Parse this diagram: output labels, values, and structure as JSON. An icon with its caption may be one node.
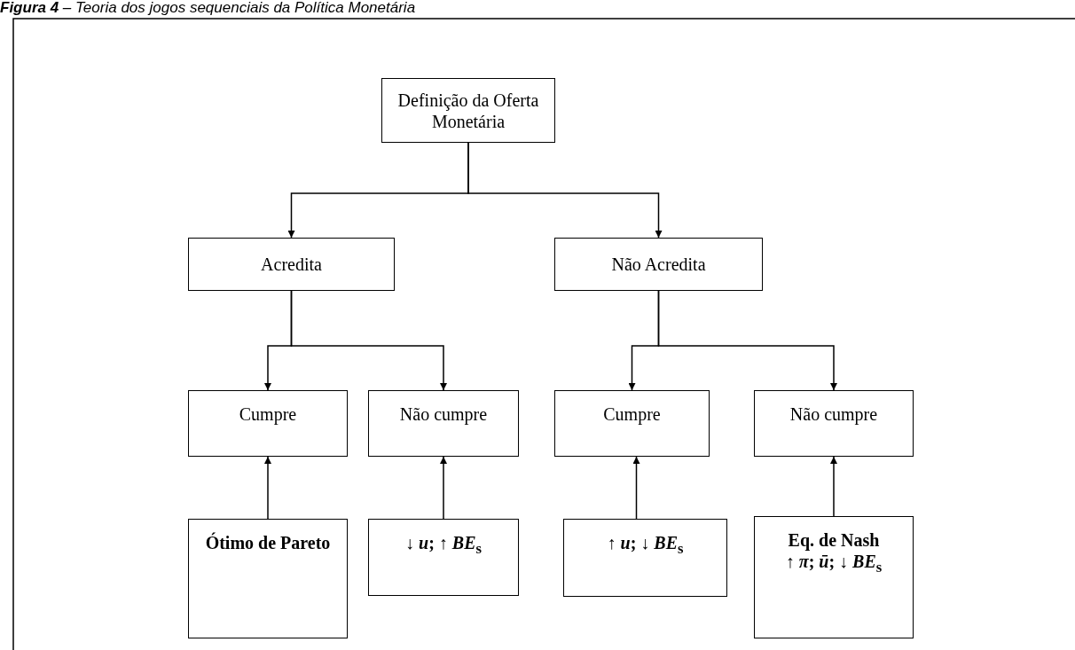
{
  "diagram": {
    "title": "**Figura 4** *– Teoria dos jogos sequenciais da Política Monetária*",
    "nodes": [
      {
        "text": [
          "Definição da Oferta Monetária"
        ]
      },
      {
        "text": [
          "Acredita"
        ]
      },
      {
        "text": [
          "Não Acredita"
        ]
      },
      {
        "text": [
          "Cumpre"
        ]
      },
      {
        "text": [
          "Não cumpre"
        ]
      },
      {
        "text": [
          "Cumpre"
        ]
      },
      {
        "text": [
          "Não cumpre"
        ]
      },
      {
        "text": [
          "Ótimo de Pareto"
        ]
      },
      {
        "text": [
          "↓ *u*; ↑ *BE*$_{s}$"
        ]
      },
      {
        "text": [
          "↑ *u*; ↓ *BE*$_{s}$"
        ]
      },
      {
        "text": [
          "Eq. de Nash",
          "↑ *π*; *ū*; ↓ *BE*$_{s}$"
        ]
      }
    ],
    "edges": [
      {
        "from": 0,
        "to": 1,
        "arrow": "to"
      },
      {
        "from": 0,
        "to": 2,
        "arrow": "to"
      },
      {
        "from": 1,
        "to": 3,
        "arrow": "to"
      },
      {
        "from": 1,
        "to": 4,
        "arrow": "to"
      },
      {
        "from": 2,
        "to": 5,
        "arrow": "to"
      },
      {
        "from": 2,
        "to": 6,
        "arrow": "to"
      },
      {
        "from": 7,
        "to": 3,
        "arrow": "to"
      },
      {
        "from": 8,
        "to": 4,
        "arrow": "to"
      },
      {
        "from": 9,
        "to": 5,
        "arrow": "to"
      },
      {
        "from": 10,
        "to": 6,
        "arrow": "to"
      }
    ]
  }
}
